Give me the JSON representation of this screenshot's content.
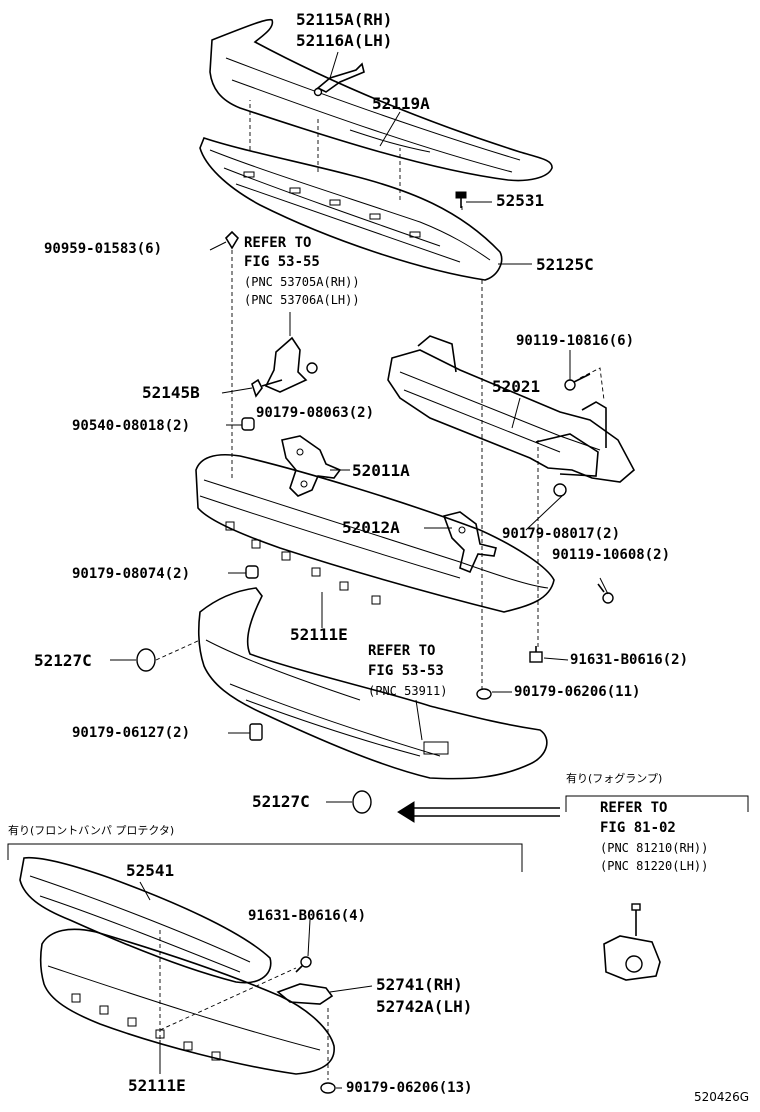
{
  "labels": {
    "p52115A": "52115A(RH)",
    "p52116A": "52116A(LH)",
    "p52119A": "52119A",
    "p52531": "52531",
    "p90959": "90959-01583(6)",
    "refer1_line1": "REFER TO",
    "refer1_line2": "FIG 53-55",
    "refer1_line3": "(PNC 53705A(RH))",
    "refer1_line4": "(PNC 53706A(LH))",
    "p52125C": "52125C",
    "p90119a": "90119-10816(6)",
    "p52021": "52021",
    "p52145B": "52145B",
    "p90179a": "90179-08063(2)",
    "p90540": "90540-08018(2)",
    "p52011A": "52011A",
    "p52012A": "52012A",
    "p90179b": "90179-08017(2)",
    "p90119b": "90119-10608(2)",
    "p90179c": "90179-08074(2)",
    "p52111E_top": "52111E",
    "p52127C_top": "52127C",
    "p91631_top": "91631-B0616(2)",
    "refer2_line1": "REFER TO",
    "refer2_line2": "FIG 53-53",
    "refer2_line3": "(PNC 53911)",
    "p90179d": "90179-06206(11)",
    "p90179e": "90179-06127(2)",
    "p52127C_bot": "52127C",
    "jp_fog": "有り(フォグランプ)",
    "refer3_line1": "REFER TO",
    "refer3_line2": "FIG 81-02",
    "refer3_line3": "(PNC 81210(RH))",
    "refer3_line4": "(PNC 81220(LH))",
    "jp_protector": "有り(フロントバンパ プロテクタ)",
    "p52541": "52541",
    "p91631_bot": "91631-B0616(4)",
    "p52741": "52741(RH)",
    "p52742A": "52742A(LH)",
    "p52111E_bot": "52111E",
    "p90179f": "90179-06206(13)",
    "diagram_id": "520426G"
  }
}
